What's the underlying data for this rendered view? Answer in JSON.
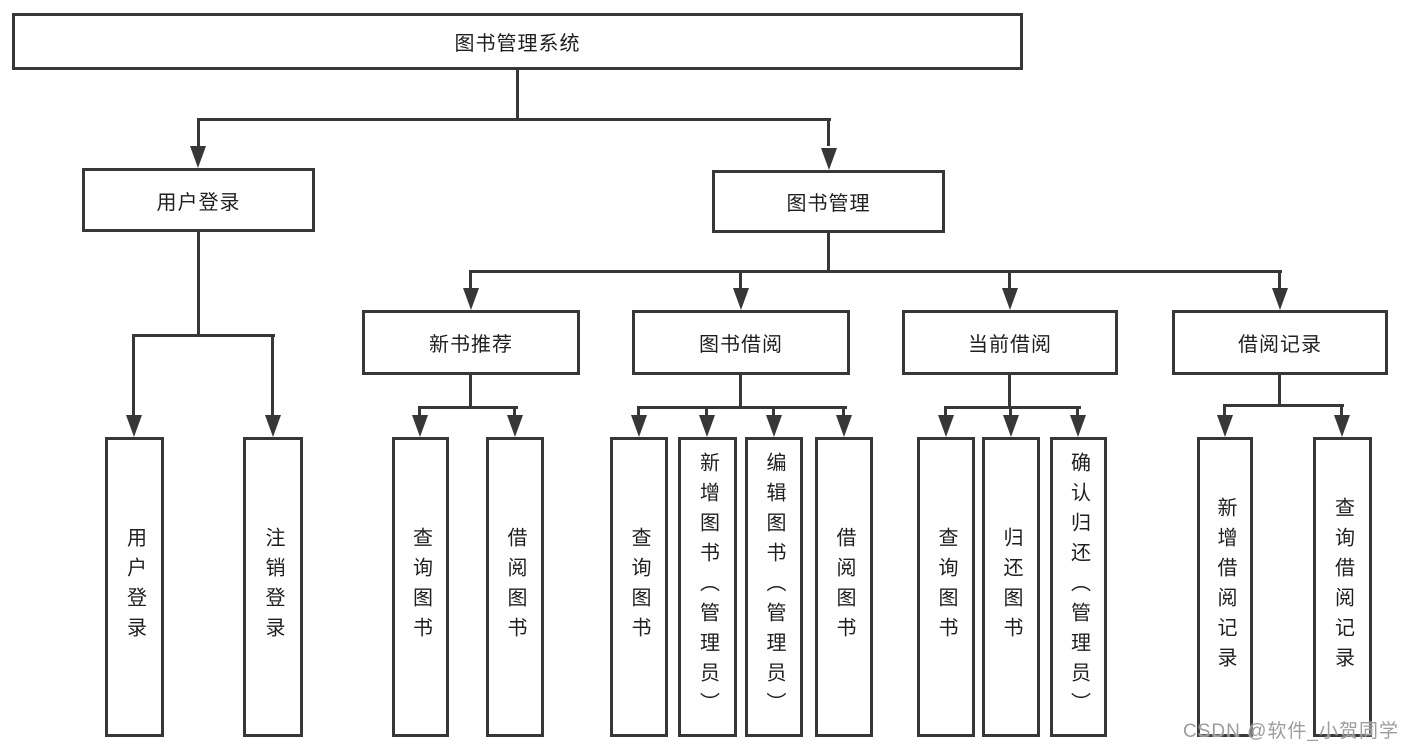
{
  "diagram": {
    "root": {
      "label": "图书管理系统"
    },
    "level2": [
      {
        "label": "用户登录"
      },
      {
        "label": "图书管理"
      }
    ],
    "level3": [
      {
        "label": "新书推荐"
      },
      {
        "label": "图书借阅"
      },
      {
        "label": "当前借阅"
      },
      {
        "label": "借阅记录"
      }
    ],
    "leaves": [
      {
        "label": "用户登录"
      },
      {
        "label": "注销登录"
      },
      {
        "label": "查询图书"
      },
      {
        "label": "借阅图书"
      },
      {
        "label": "查询图书"
      },
      {
        "label": "新增图书（管理员）"
      },
      {
        "label": "编辑图书（管理员）"
      },
      {
        "label": "借阅图书"
      },
      {
        "label": "查询图书"
      },
      {
        "label": "归还图书"
      },
      {
        "label": "确认归还（管理员）"
      },
      {
        "label": "新增借阅记录"
      },
      {
        "label": "查询借阅记录"
      }
    ],
    "watermark": "CSDN @软件_小贺同学",
    "colors": {
      "line": "#373737",
      "text": "#1f1f1f",
      "background": "#ffffff",
      "watermark": "#9d9d9d"
    }
  }
}
